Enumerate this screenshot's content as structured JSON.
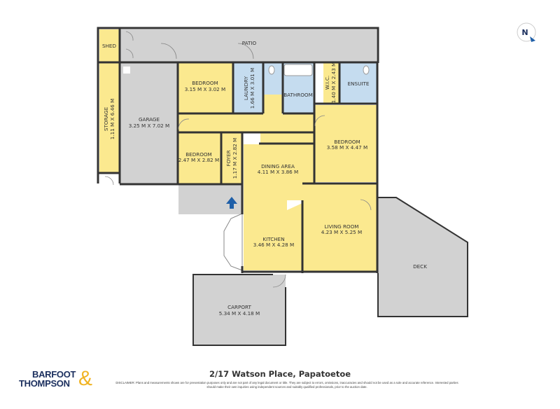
{
  "plan": {
    "rooms": {
      "shed": {
        "name": "SHED"
      },
      "patio": {
        "name": "PATIO"
      },
      "storage": {
        "name": "STORAGE",
        "size": "1.11 M X 6.46 M"
      },
      "garage": {
        "name": "GARAGE",
        "size": "3.25 M X 7.02 M"
      },
      "bedroom1": {
        "name": "BEDROOM",
        "size": "3.15 M X 3.02 M"
      },
      "laundry": {
        "name": "LAUNDRY",
        "size": "1.66 M X 3.01 M"
      },
      "bathroom": {
        "name": "BATHROOM"
      },
      "wic": {
        "name": "W.I.C.",
        "size": "1.40 M X 2.43 M"
      },
      "ensuite": {
        "name": "ENSUITE"
      },
      "bedroom2": {
        "name": "BEDROOM",
        "size": "2.47 M X 2.82 M"
      },
      "foyer": {
        "name": "FOYER",
        "size": "1.17 M X 2.82 M"
      },
      "dining": {
        "name": "DINING AREA",
        "size": "4.11 M X 3.86 M"
      },
      "bedroom3": {
        "name": "BEDROOM",
        "size": "3.58 M X 4.47 M"
      },
      "living": {
        "name": "LIVING ROOM",
        "size": "4.23 M X 5.25 M"
      },
      "kitchen": {
        "name": "KITCHEN",
        "size": "3.46 M X 4.28 M"
      },
      "deck": {
        "name": "DECK"
      },
      "carport": {
        "name": "CARPORT",
        "size": "5.34 M X 4.18 M"
      }
    },
    "colors": {
      "living": "#fbe98f",
      "wet": "#c5dcef",
      "outdoor": "#d2d2d2",
      "wall": "#333333",
      "entry_arrow": "#1f5fa8"
    },
    "compass": {
      "label": "N"
    }
  },
  "footer": {
    "address": "2/17 Watson Place, Papatoetoe",
    "disclaimer": "DISCLAIMER: Plans and measurements shown are for presentation purposes only and are not part of any legal document or title. They are subject to errors, omissions, inaccuracies and should not be used as a sole and accurate reference. Interested parties should make their own inquiries using independent sources and suitably qualified professionals, prior to the auction date.",
    "logo": {
      "line1": "BARFOOT",
      "line2": "THOMPSON",
      "amp": "&"
    }
  }
}
